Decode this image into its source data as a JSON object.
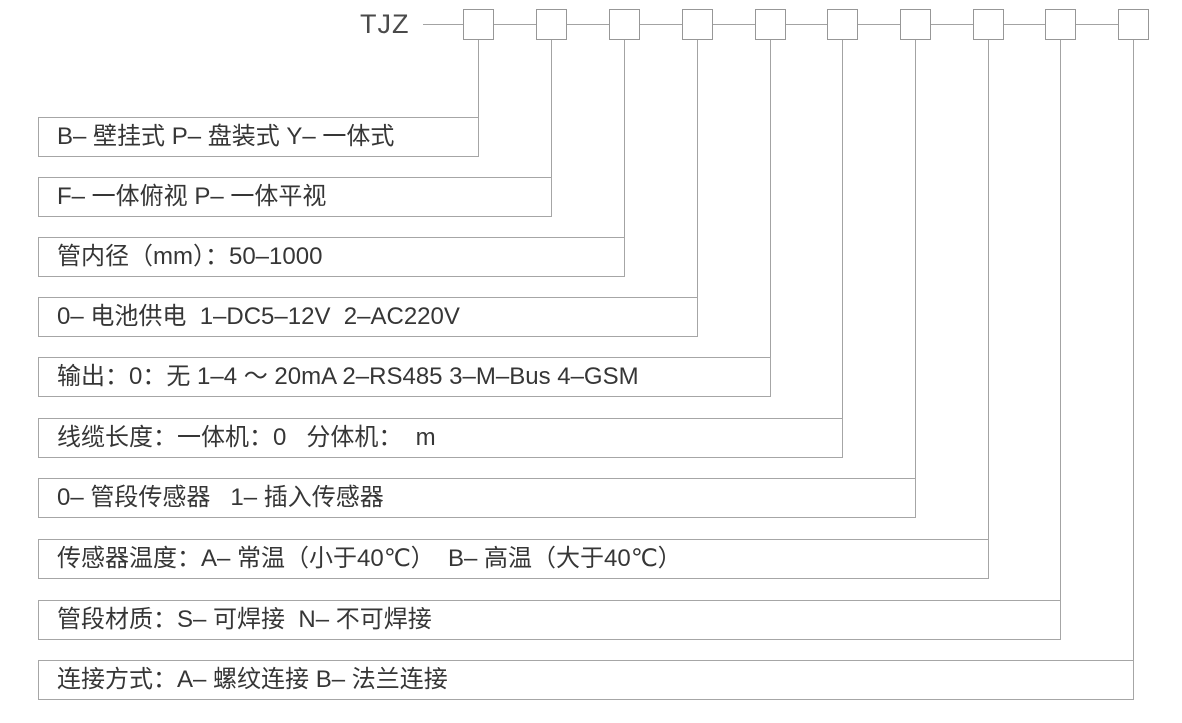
{
  "diagram": {
    "prefix": "TJZ",
    "positions": [
      {
        "label": "B– 壁挂式 P– 盘装式 Y– 一体式"
      },
      {
        "label": "F– 一体俯视 P– 一体平视"
      },
      {
        "label": "管内径（mm）：50–1000"
      },
      {
        "label": "0– 电池供电  1–DC5–12V  2–AC220V"
      },
      {
        "label": "输出：0：无 1–4 ～ 20mA 2–RS485 3–M–Bus 4–GSM"
      },
      {
        "label": "线缆长度：一体机：0   分体机：  m"
      },
      {
        "label": "0– 管段传感器   1– 插入传感器"
      },
      {
        "label": "传感器温度：A– 常温（小于40℃）  B– 高温（大于40℃）"
      },
      {
        "label": "管段材质：S– 可焊接  N– 不可焊接"
      },
      {
        "label": "连接方式：A– 螺纹连接 B– 法兰连接"
      }
    ],
    "colors": {
      "line": "#a3a3a3",
      "box_border": "#979797",
      "text": "#363636",
      "background": "#ffffff"
    }
  }
}
